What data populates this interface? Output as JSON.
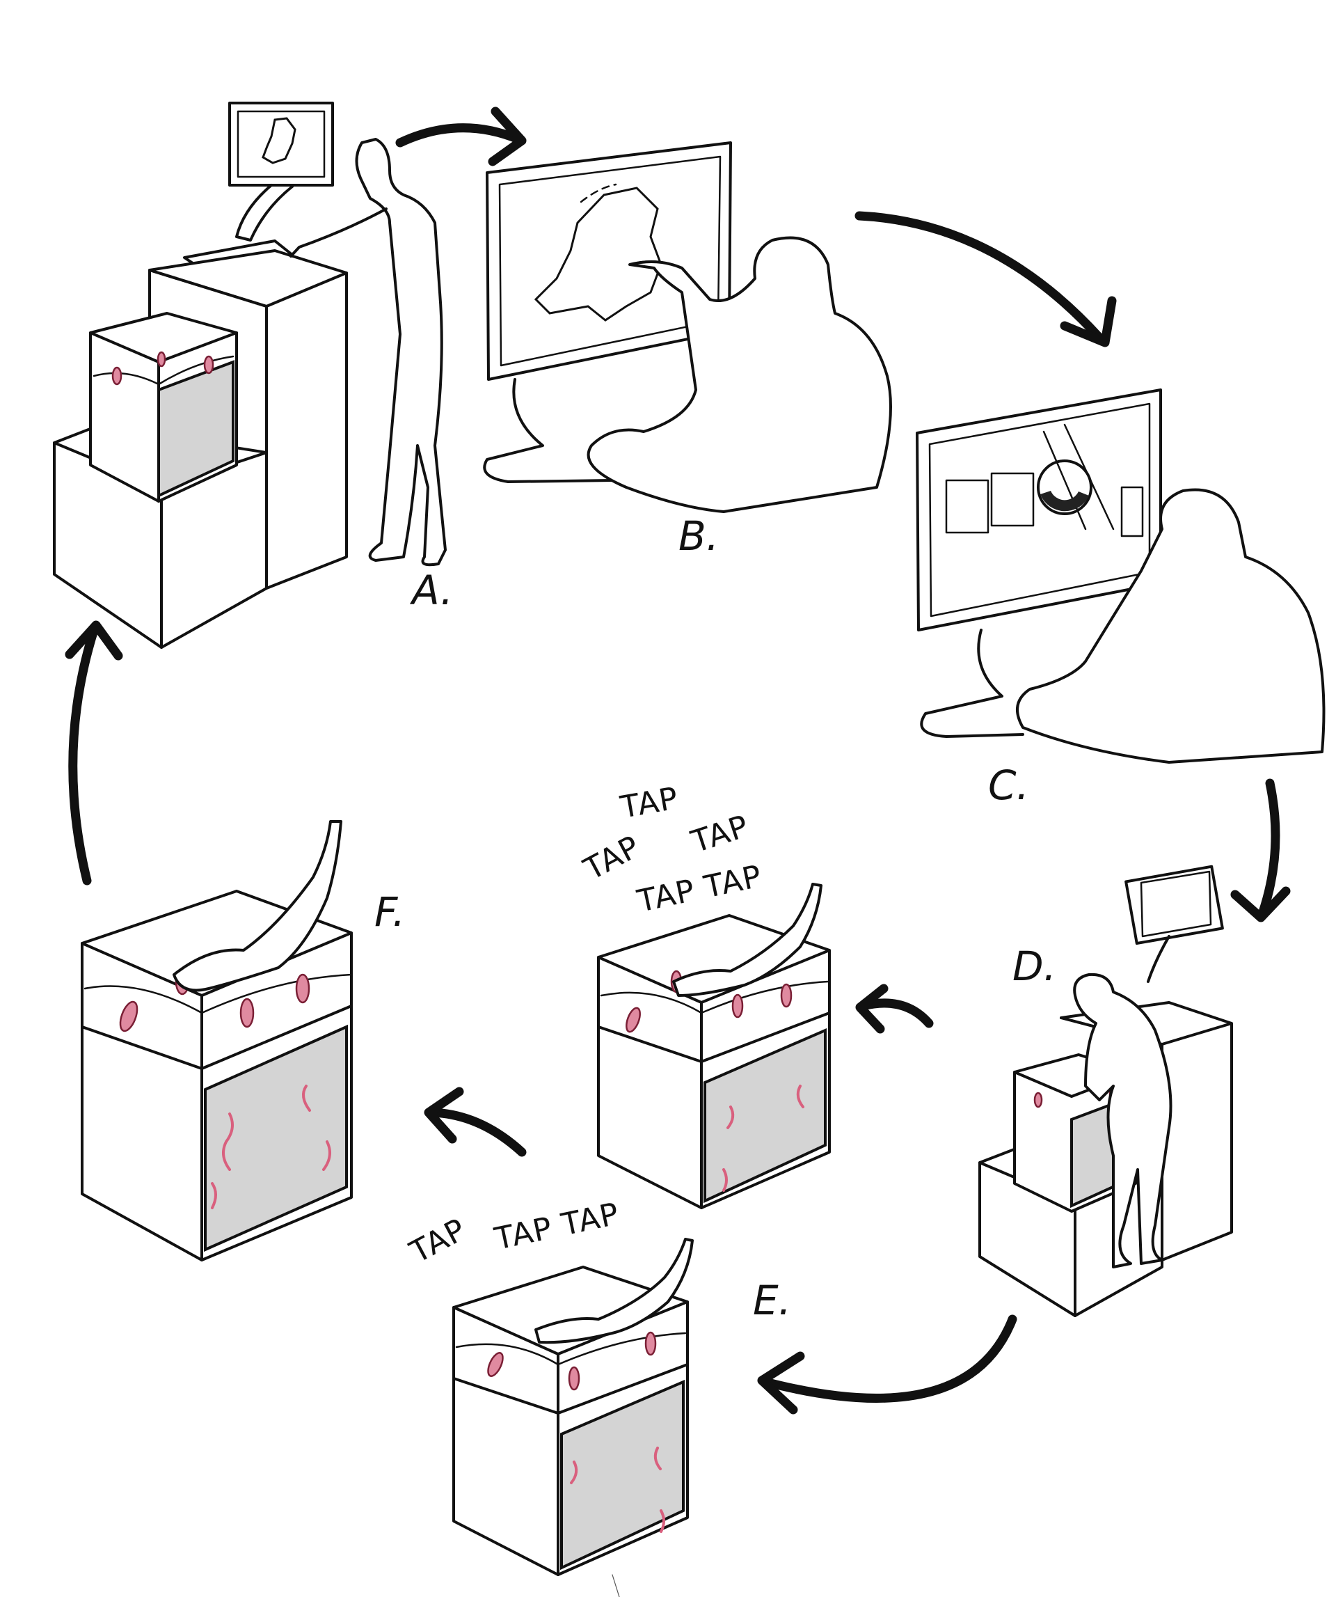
{
  "steps": [
    {
      "id": "A",
      "label": "A."
    },
    {
      "id": "B",
      "label": "B."
    },
    {
      "id": "C",
      "label": "C."
    },
    {
      "id": "D",
      "label": "D."
    },
    {
      "id": "E",
      "label": "E."
    },
    {
      "id": "F",
      "label": "F."
    }
  ],
  "tap_text": {
    "middle": [
      "TAP",
      "TAP",
      "TAP",
      "TAP TAP"
    ],
    "bottom": [
      "TAP",
      "TAP TAP"
    ]
  },
  "colors": {
    "ink": "#111111",
    "worm": "#e08aa0",
    "glass": "#d4d4d4"
  }
}
